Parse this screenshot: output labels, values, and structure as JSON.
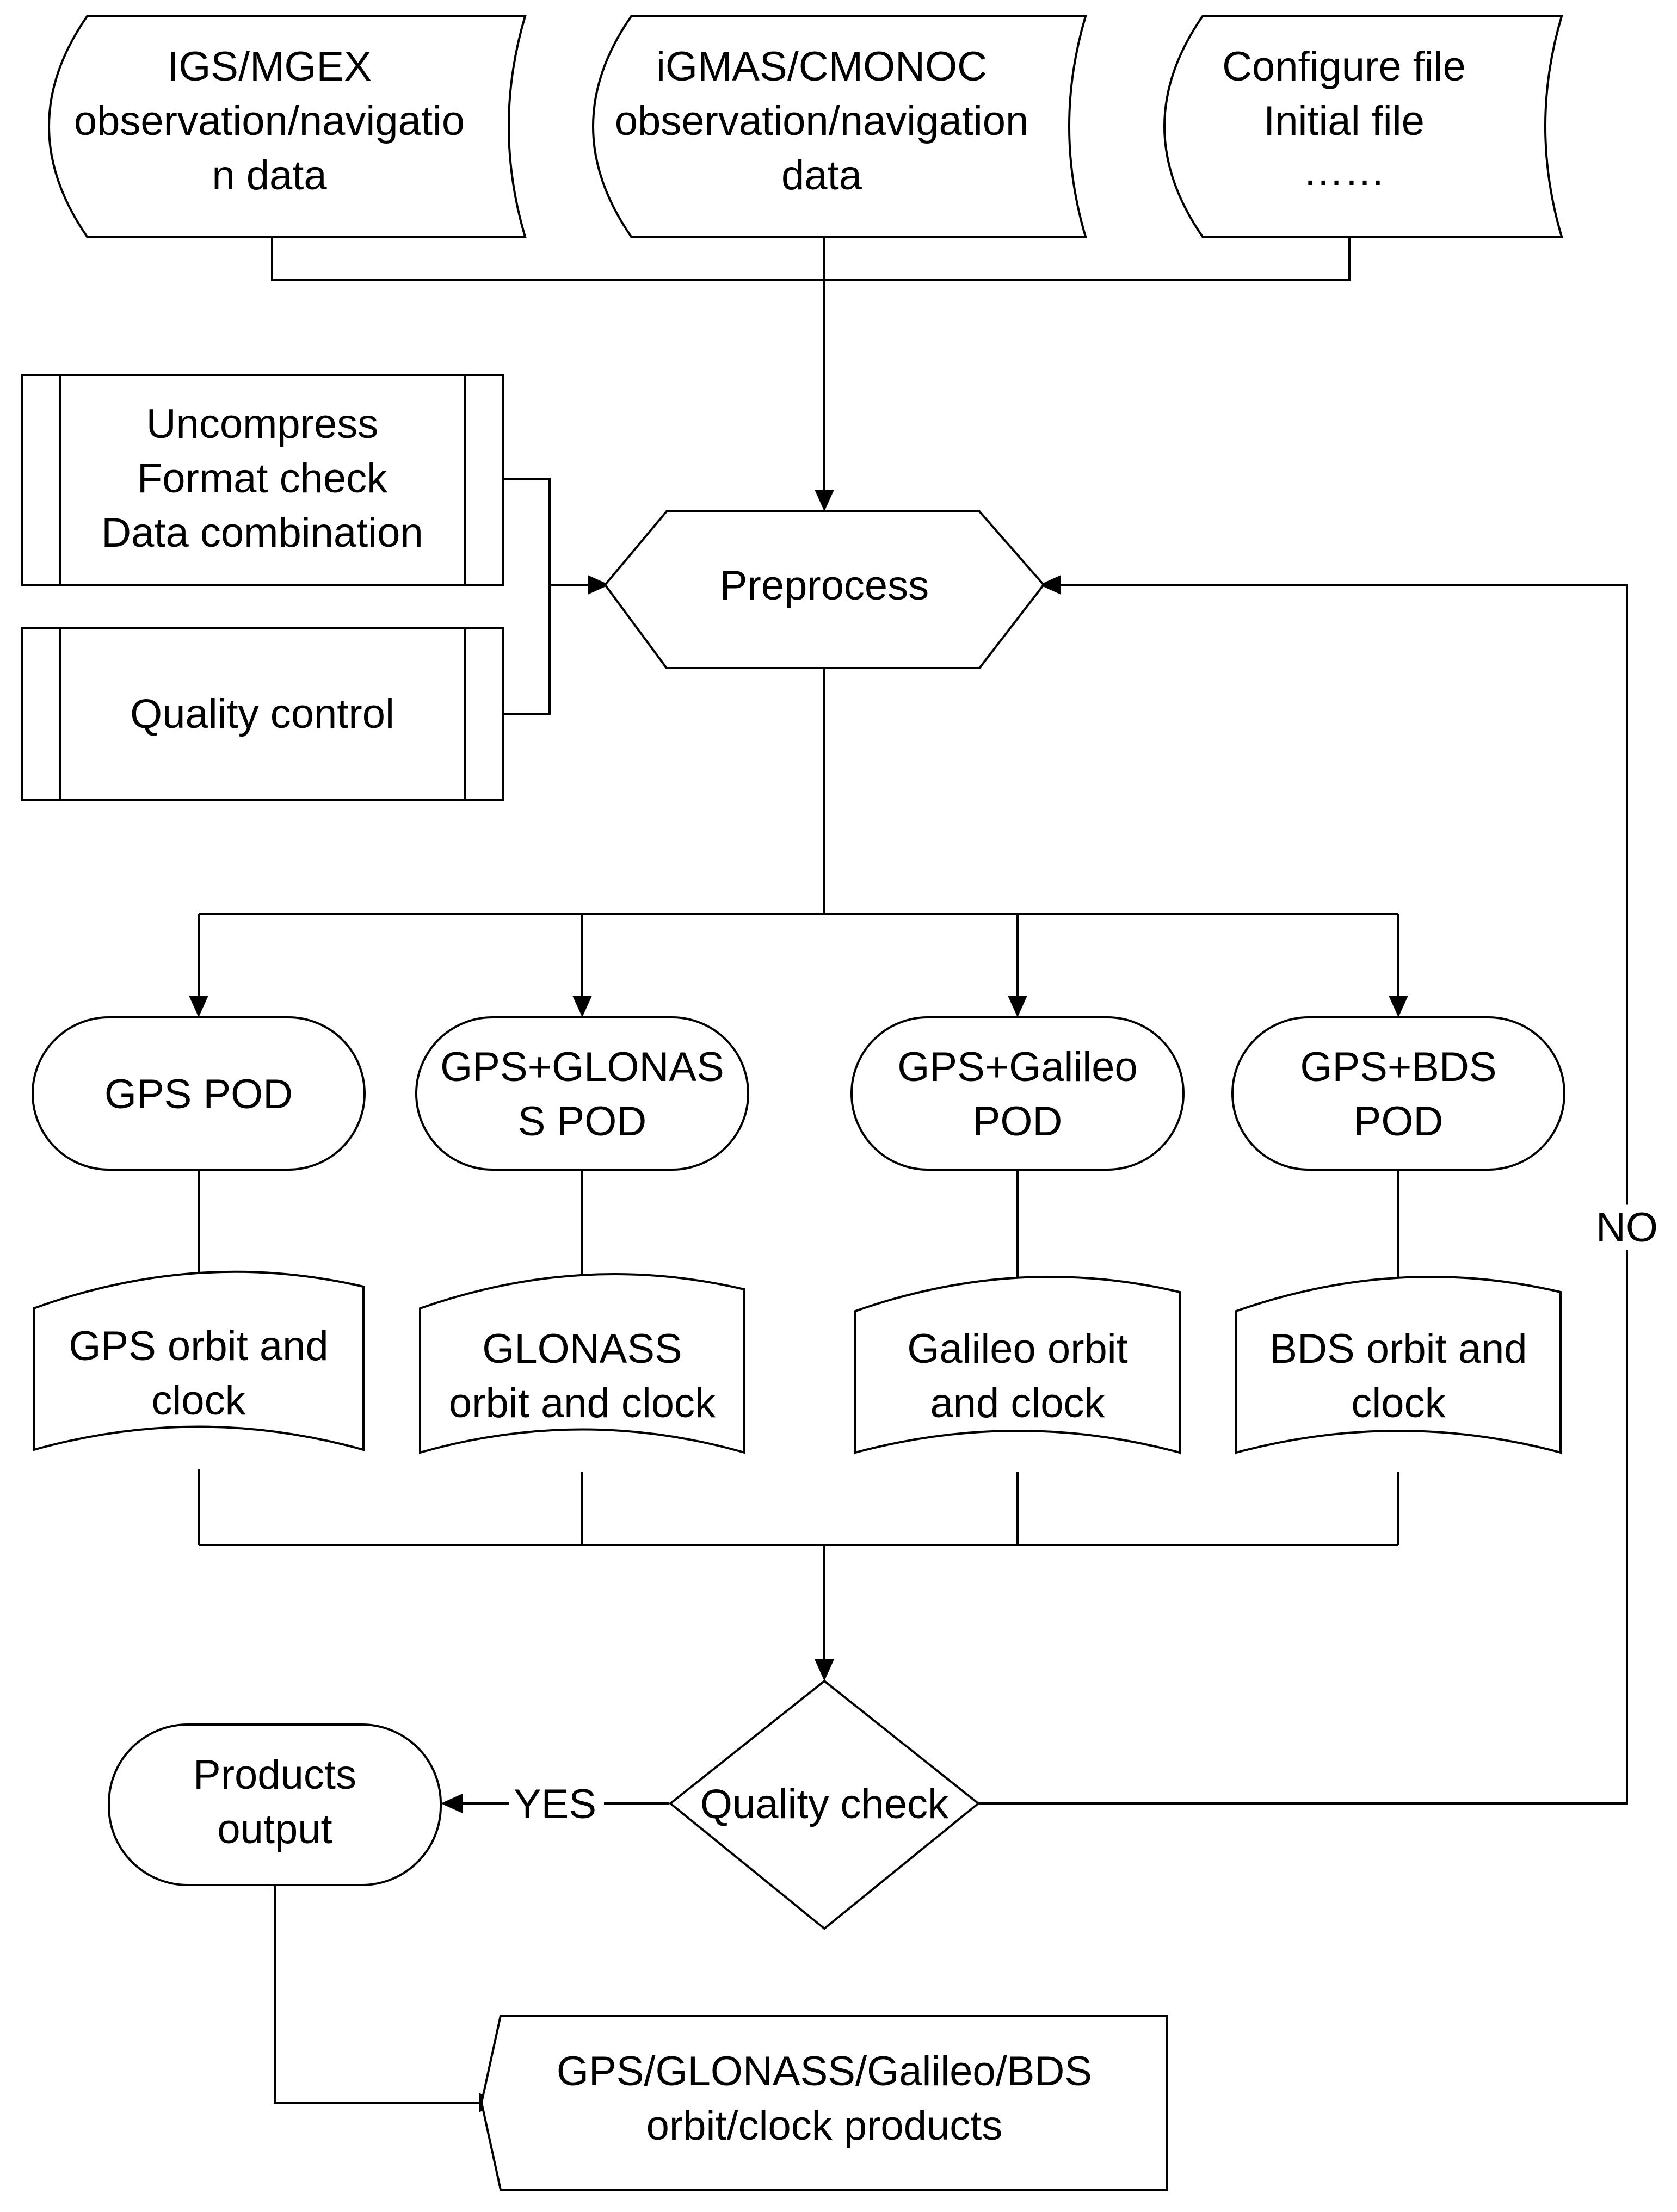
{
  "inputs": {
    "igs": [
      "IGS/MGEX",
      "observation/navigatio",
      "n data"
    ],
    "igmas": [
      "iGMAS/CMONOC",
      "observation/navigation",
      "data"
    ],
    "config": [
      "Configure file",
      "Initial file",
      "……"
    ]
  },
  "subprocesses": {
    "uncompress": [
      "Uncompress",
      "Format check",
      "Data combination"
    ],
    "quality_control": [
      "Quality control"
    ]
  },
  "preprocess": [
    "Preprocess"
  ],
  "pods": {
    "gps": [
      "GPS POD"
    ],
    "gps_glonass": [
      "GPS+GLONAS",
      "S POD"
    ],
    "gps_galileo": [
      "GPS+Galileo",
      "POD"
    ],
    "gps_bds": [
      "GPS+BDS",
      "POD"
    ]
  },
  "orbit_clock": {
    "gps": [
      "GPS orbit and",
      "clock"
    ],
    "glonass": [
      "GLONASS",
      "orbit and clock"
    ],
    "galileo": [
      "Galileo orbit",
      "and clock"
    ],
    "bds": [
      "BDS orbit and",
      "clock"
    ]
  },
  "quality_check": [
    "Quality check"
  ],
  "products_output": [
    "Products",
    "output"
  ],
  "final_products": [
    "GPS/GLONASS/Galileo/BDS",
    "orbit/clock products"
  ],
  "edge_labels": {
    "yes": "YES",
    "no": "NO"
  }
}
